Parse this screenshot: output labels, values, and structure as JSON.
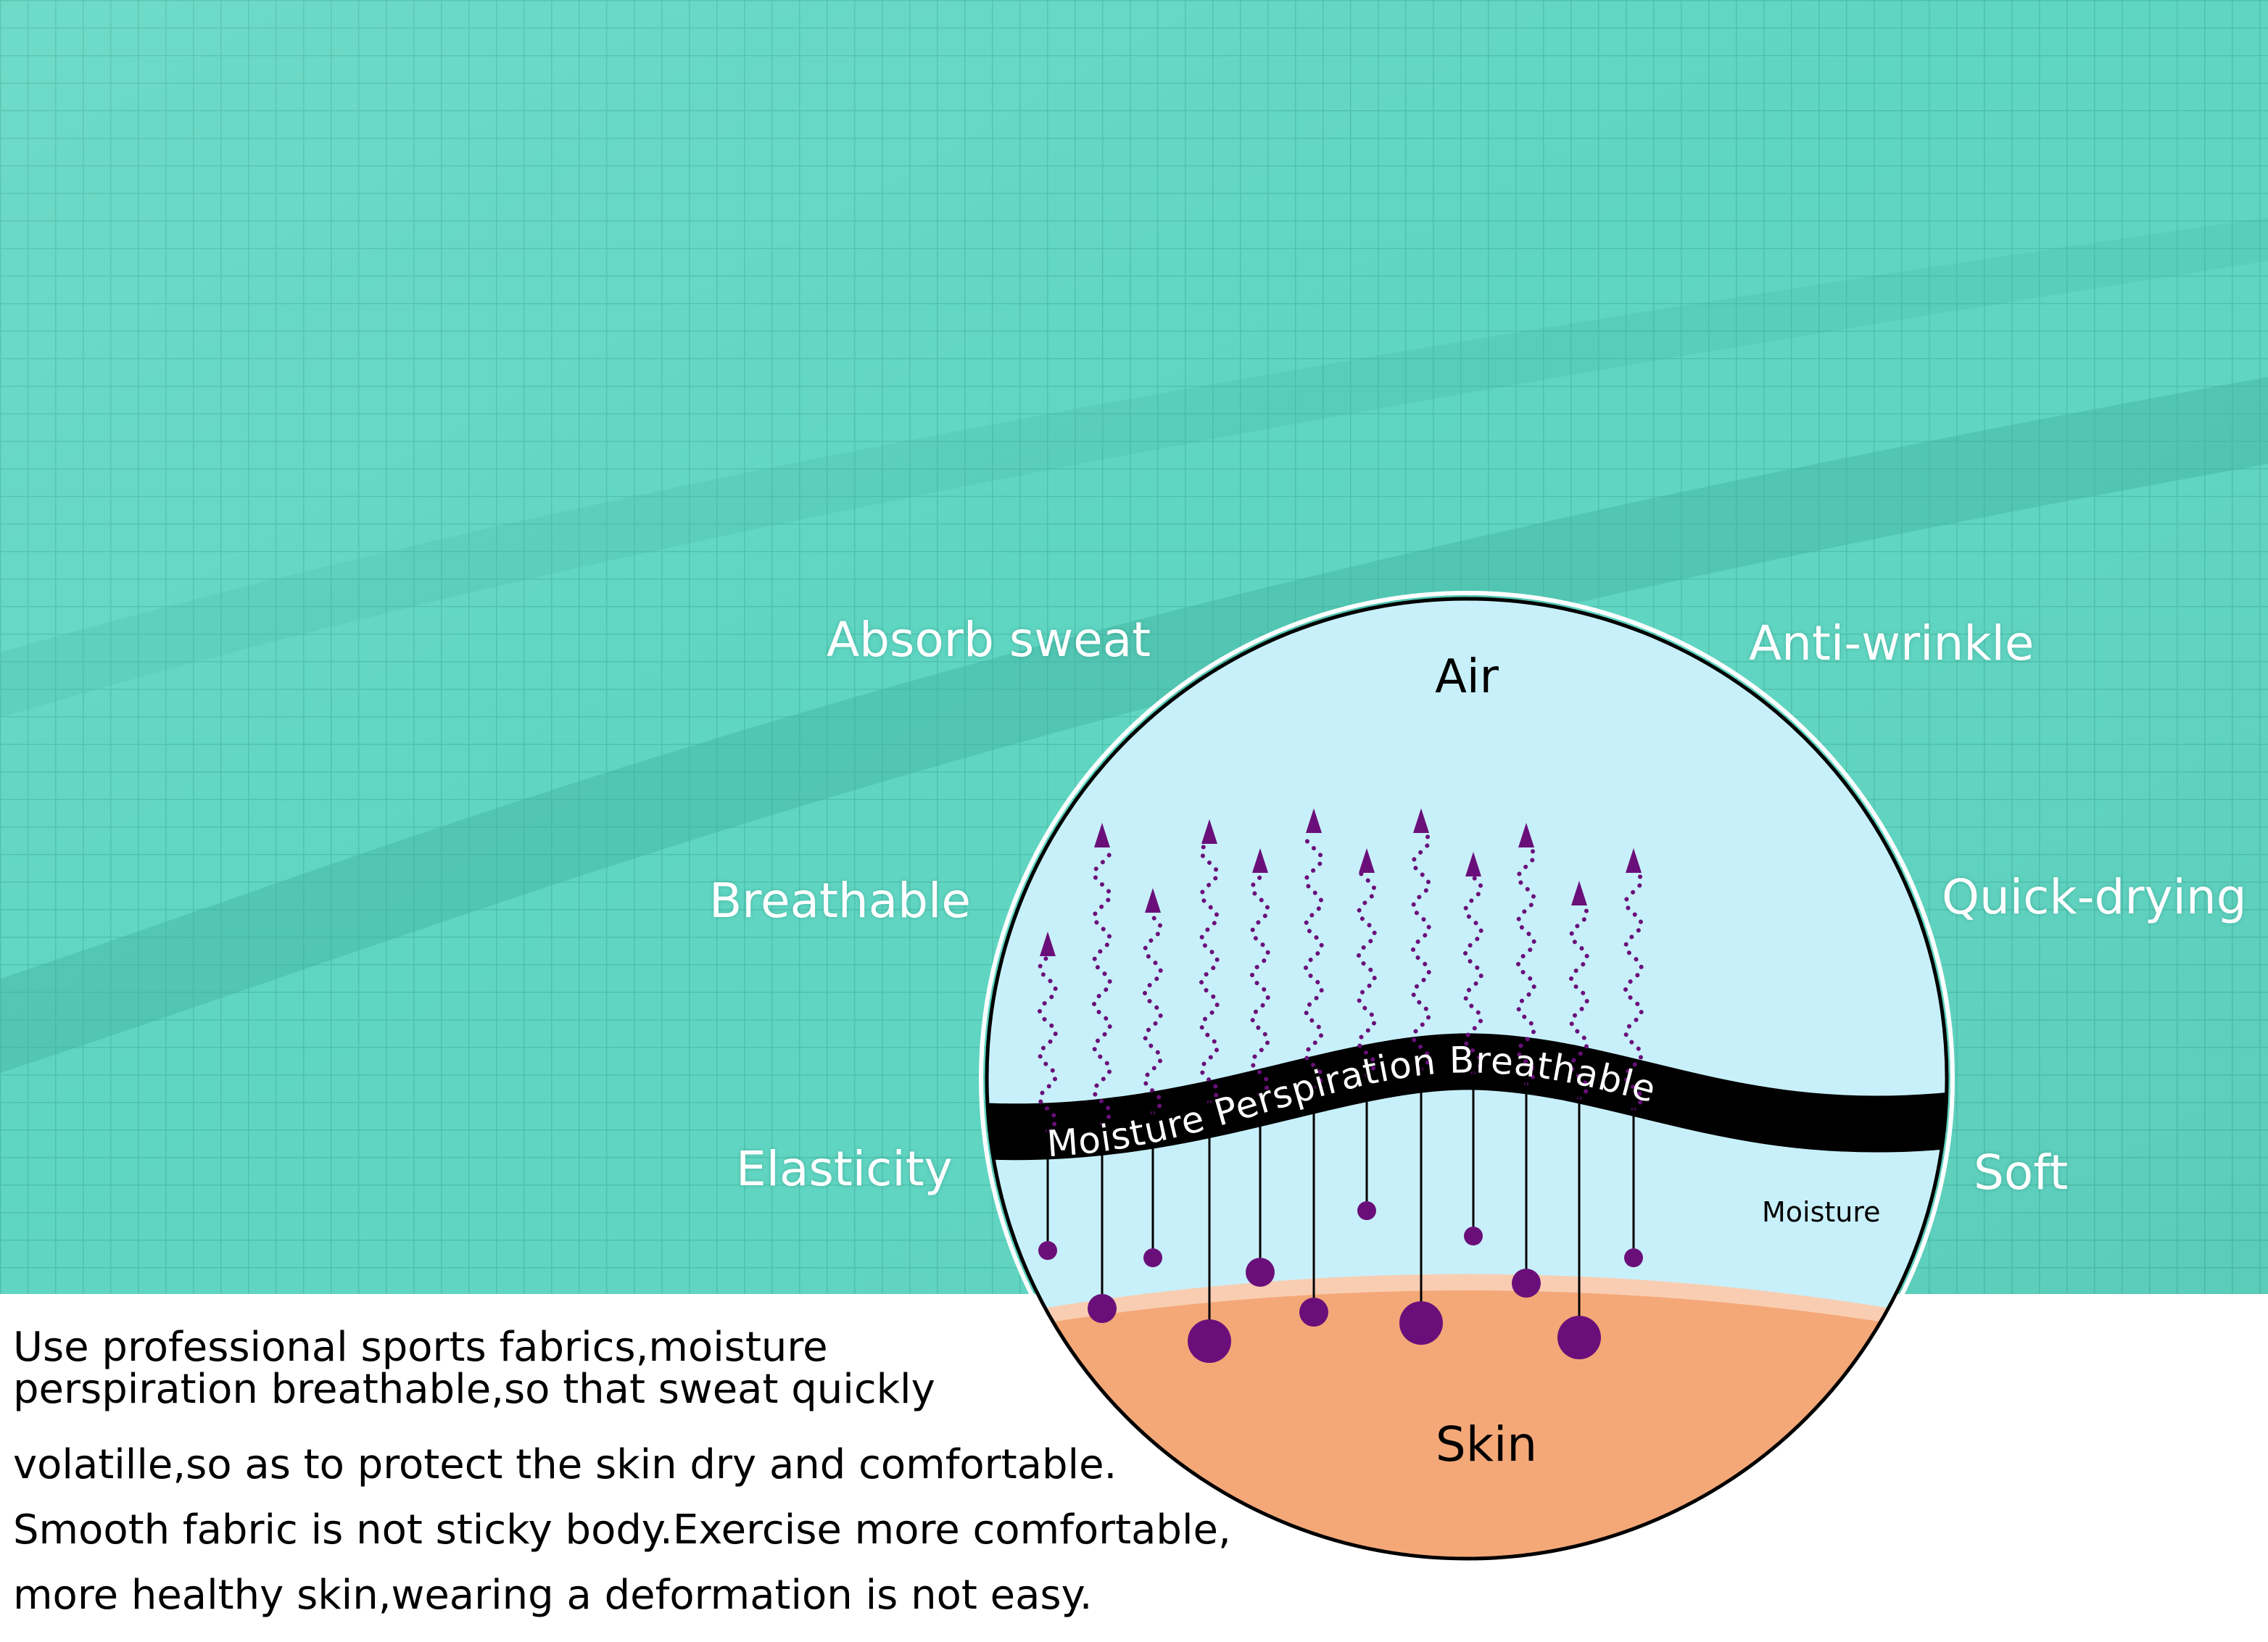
{
  "colors": {
    "fabric": "#5fd6c2",
    "fabric_grid": "#3fae9c",
    "air": "#c8f0fa",
    "skin": "#f4a878",
    "skin_edge": "#f9cdb2",
    "band": "#000000",
    "molecule": "#6a0f7a",
    "white": "#ffffff"
  },
  "features": {
    "absorb": "Absorb sweat",
    "wrinkle": "Anti-wrinkle",
    "breathable": "Breathable",
    "quick": "Quick-drying",
    "elasticity": "Elasticity",
    "soft": "Soft"
  },
  "diagram": {
    "air_label": "Air",
    "skin_label": "Skin",
    "band_text": "Moisture Perspiration Breathable",
    "moisture_label": "Moisture"
  },
  "description": [
    "Use professional sports fabrics,moisture",
    "perspiration breathable,so that sweat quickly",
    "volatille,so as to protect the skin dry and comfortable.",
    "Smooth fabric is not sticky body.Exercise more comfortable,",
    "more healthy skin,wearing a deformation is not easy."
  ]
}
